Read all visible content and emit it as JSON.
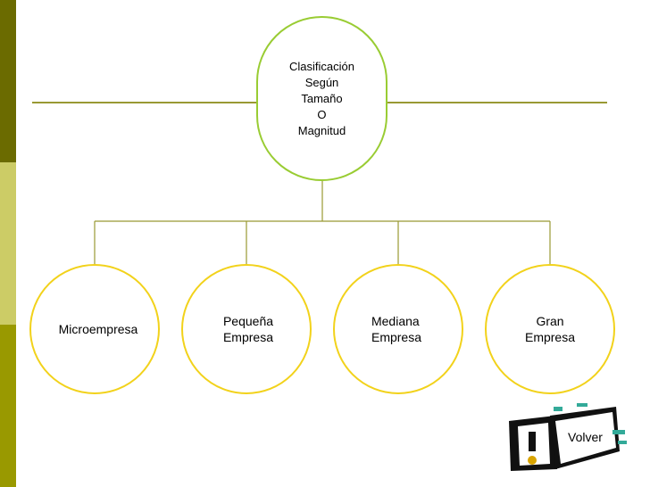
{
  "diagram": {
    "root": {
      "label": "Clasificación\nSegún\nTamaño\nO\nMagnitud"
    },
    "children": [
      {
        "label": "Microempresa"
      },
      {
        "label": "Pequeña\nEmpresa"
      },
      {
        "label": "Mediana\nEmpresa"
      },
      {
        "label": "Gran\nEmpresa"
      }
    ]
  },
  "navigation": {
    "back_label": "Volver"
  },
  "colors": {
    "root_border": "#99cc33",
    "child_border": "#f2d21b",
    "connector": "#999933",
    "sidebar_dark": "#6b6b00",
    "sidebar_light": "#cccc66",
    "sidebar_mid": "#999900"
  }
}
